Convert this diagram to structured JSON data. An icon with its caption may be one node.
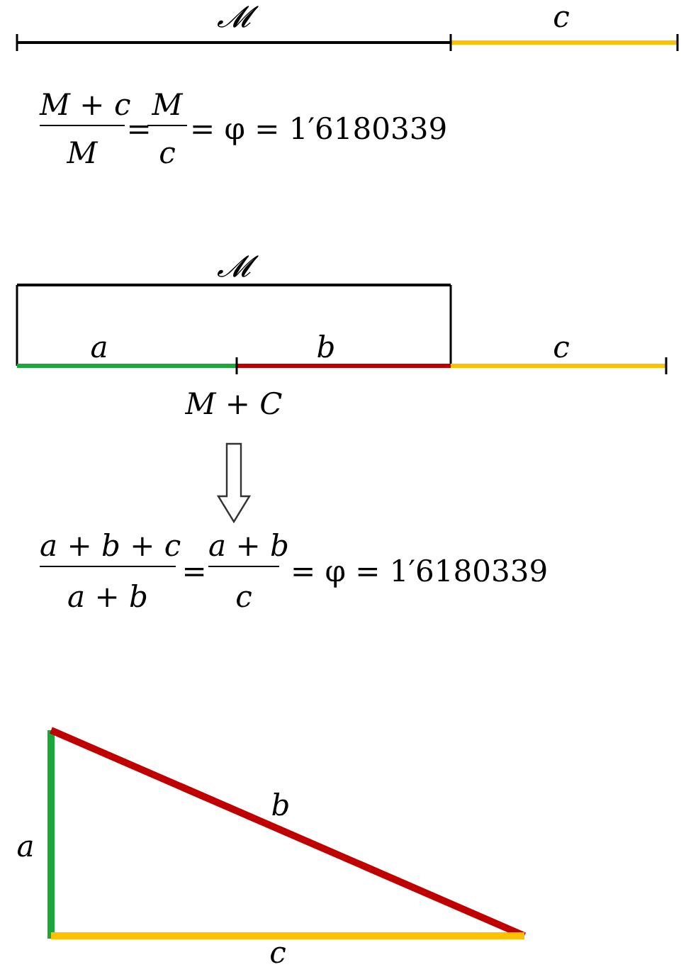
{
  "diagram": {
    "labels": [
      "𝓜",
      "c",
      "M + c",
      "M",
      "=",
      "M",
      "c",
      "= φ = 1′6180339",
      "𝓜",
      "a",
      "b",
      "c",
      "M + C",
      "a + b + c",
      "a + b",
      "=",
      "a + b",
      "c",
      "= φ = 1′6180339",
      "b",
      "a",
      "c"
    ]
  }
}
